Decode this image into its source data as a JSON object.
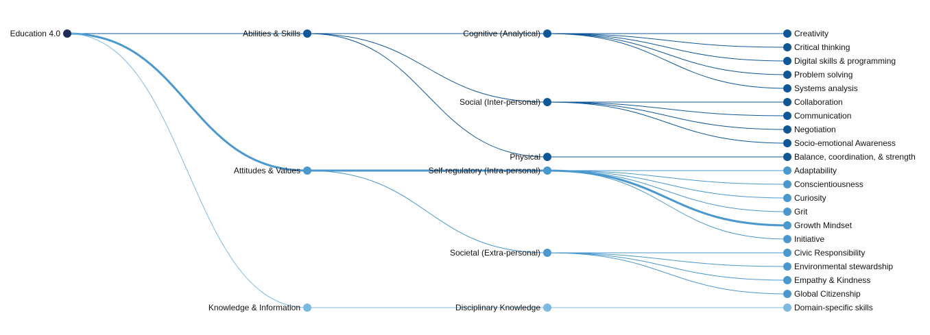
{
  "colors": {
    "root": "#1e2a5a",
    "abilities": "#0f5797",
    "attitudes": "#4b98cf",
    "knowledge": "#7bb9e1",
    "background": "#ffffff"
  },
  "tree": {
    "root": {
      "label": "Education 4.0"
    },
    "branches": [
      {
        "label": "Abilities & Skills",
        "color_key": "abilities",
        "children": [
          {
            "label": "Cognitive (Analytical)",
            "leaves": [
              "Creativity",
              "Critical thinking",
              "Digital skills & programming",
              "Problem solving",
              "Systems analysis"
            ]
          },
          {
            "label": "Social (Inter-personal)",
            "leaves": [
              "Collaboration",
              "Communication",
              "Negotiation",
              "Socio-emotional Awareness"
            ]
          },
          {
            "label": "Physical",
            "leaves": [
              "Balance, coordination, & strength"
            ]
          }
        ]
      },
      {
        "label": "Attitudes & Values",
        "color_key": "attitudes",
        "highlighted": true,
        "children": [
          {
            "label": "Self-regulatory (Intra-personal)",
            "highlighted": true,
            "leaves": [
              "Adaptability",
              "Conscientiousness",
              "Curiosity",
              "Grit",
              "Growth Mindset",
              "Initiative"
            ],
            "highlighted_leaf": "Growth Mindset"
          },
          {
            "label": "Societal (Extra-personal)",
            "leaves": [
              "Civic Responsibility",
              "Environmental stewardship",
              "Empathy & Kindness",
              "Global Citizenship"
            ]
          }
        ]
      },
      {
        "label": "Knowledge & Information",
        "color_key": "knowledge",
        "children": [
          {
            "label": "Disciplinary Knowledge",
            "leaves": [
              "Domain-specific skills"
            ]
          }
        ]
      }
    ]
  }
}
